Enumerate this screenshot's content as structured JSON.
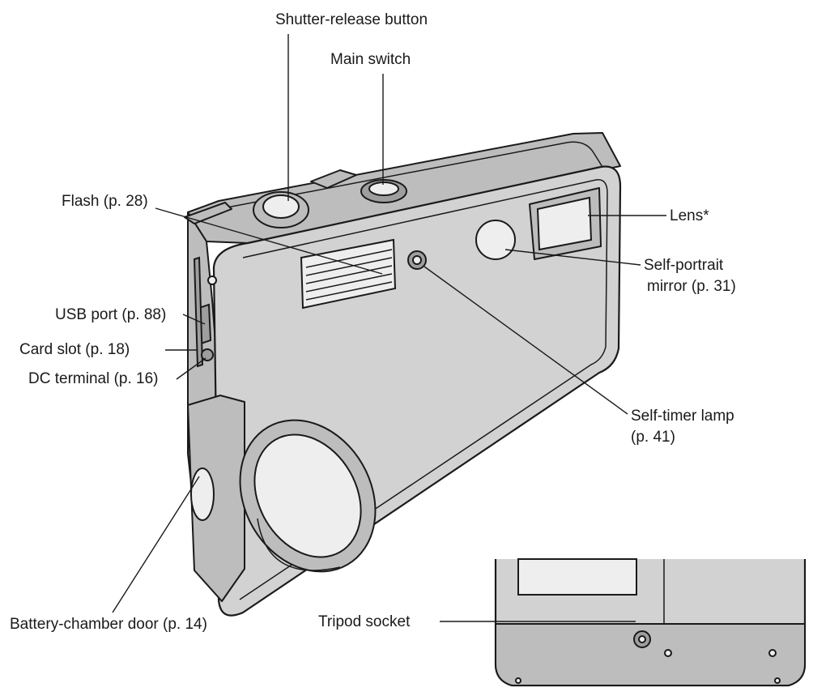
{
  "labels": {
    "shutter": "Shutter-release button",
    "main_switch": "Main switch",
    "flash": "Flash (p. 28)",
    "lens": "Lens*",
    "mirror_line1": "Self-portrait",
    "mirror_line2": "mirror (p. 31)",
    "usb": "USB port (p. 88)",
    "card_slot": "Card slot (p. 18)",
    "dc_terminal": "DC terminal (p. 16)",
    "timer_line1": "Self-timer lamp",
    "timer_line2": "(p. 41)",
    "battery_door": "Battery-chamber door (p. 14)",
    "tripod": "Tripod socket"
  },
  "colors": {
    "body": "#d2d2d2",
    "shade": "#9e9e9e",
    "line": "#1a1a1a"
  }
}
